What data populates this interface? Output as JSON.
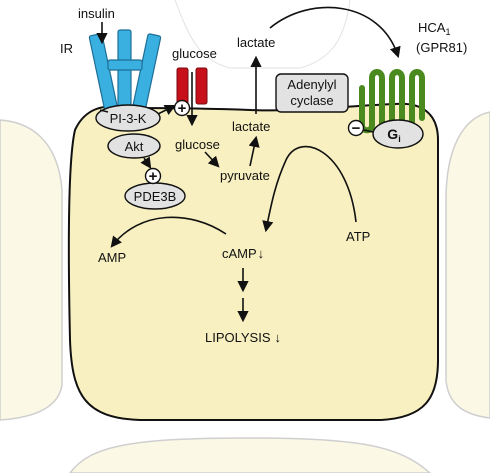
{
  "labels": {
    "insulin": "insulin",
    "ir": "IR",
    "glucose_out": "glucose",
    "glucose_in": "glucose",
    "pyruvate": "pyruvate",
    "lactate_in": "lactate",
    "lactate_out": "lactate",
    "hca_name": "HCA",
    "hca_sub": "1",
    "gpr": "(GPR81)",
    "atp": "ATP",
    "amp": "AMP",
    "camp": "cAMP",
    "camp_arrow": "↓",
    "lipolysis": "LIPOLYSIS",
    "lipolysis_arrow": "↓"
  },
  "nodes": {
    "pi3k": "PI-3-K",
    "akt": "Akt",
    "pde3b": "PDE3B",
    "adenylyl_line1": "Adenylyl",
    "adenylyl_line2": "cyclase",
    "gi_main": "G",
    "gi_sub": "i"
  },
  "signs": {
    "plus": "+",
    "minus": "−"
  },
  "colors": {
    "cell_fill": "#f8f0c0",
    "cell_stroke": "#111111",
    "receptor_ir": "#3ab0e0",
    "glut": "#c8101a",
    "hca1": "#4a8a1e",
    "node_fill": "#e2e2e2",
    "neighbor_fill": "#fcf8e6"
  }
}
